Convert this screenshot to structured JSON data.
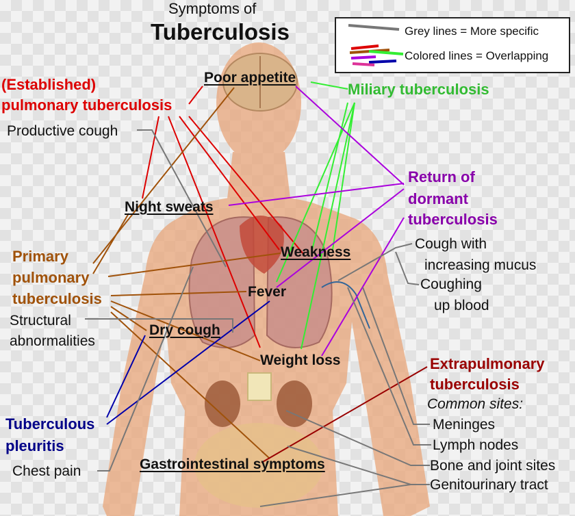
{
  "title": {
    "line1": "Symptoms of",
    "line2": "Tuberculosis"
  },
  "legend": {
    "grey": "Grey lines = More specific",
    "colored": "Colored lines = Overlapping"
  },
  "colors": {
    "established": "#dd0000",
    "primary": "#a0520a",
    "miliary": "#33bb33",
    "return": "#8800aa",
    "extrapulmonary": "#990000",
    "pleuritis": "#000088",
    "grey_line": "#777777",
    "body_skin": "#e8a57a"
  },
  "categories": {
    "established_1": "(Established)",
    "established_2": "pulmonary tuberculosis",
    "miliary": "Miliary tuberculosis",
    "return_1": "Return of",
    "return_2": "dormant",
    "return_3": "tuberculosis",
    "primary_1": "Primary",
    "primary_2": "pulmonary",
    "primary_3": "tuberculosis",
    "pleuritis_1": "Tuberculous",
    "pleuritis_2": "pleuritis",
    "extrapulmonary_1": "Extrapulmonary",
    "extrapulmonary_2": "tuberculosis",
    "common_sites": "Common sites:"
  },
  "symptoms": {
    "poor_appetite": "Poor appetite",
    "night_sweats": "Night sweats",
    "weakness": "Weakness",
    "fever": "Fever",
    "dry_cough": "Dry cough",
    "weight_loss": "Weight loss",
    "gastro": "Gastrointestinal symptoms"
  },
  "specific": {
    "productive_cough": "Productive cough",
    "cough_mucus_1": "Cough with",
    "cough_mucus_2": "increasing mucus",
    "coughing_blood_1": "Coughing",
    "coughing_blood_2": "up blood",
    "structural_1": "Structural",
    "structural_2": "abnormalities",
    "chest_pain": "Chest pain"
  },
  "sites": {
    "meninges": "Meninges",
    "lymph": "Lymph nodes",
    "bone": "Bone and joint sites",
    "genito": "Genitourinary tract"
  }
}
